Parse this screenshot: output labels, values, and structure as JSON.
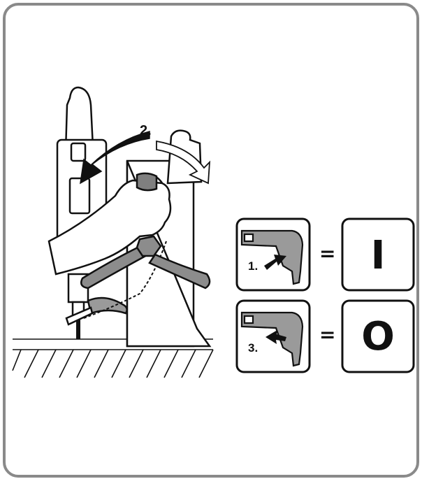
{
  "illustration": {
    "step_rotate": "2.",
    "row_on": {
      "step": "1.",
      "equals": "=",
      "symbol": "I"
    },
    "row_off": {
      "step": "3.",
      "equals": "=",
      "symbol": "O"
    }
  },
  "colors": {
    "frame": "#8a8a8a",
    "line": "#111111",
    "drill_grey": "#9a9a9a",
    "handle_grey": "#8c8c8c"
  },
  "icons": [
    "drill-icon",
    "trigger-arrow-icon",
    "rotate-arrow-icon",
    "hand-icon"
  ]
}
